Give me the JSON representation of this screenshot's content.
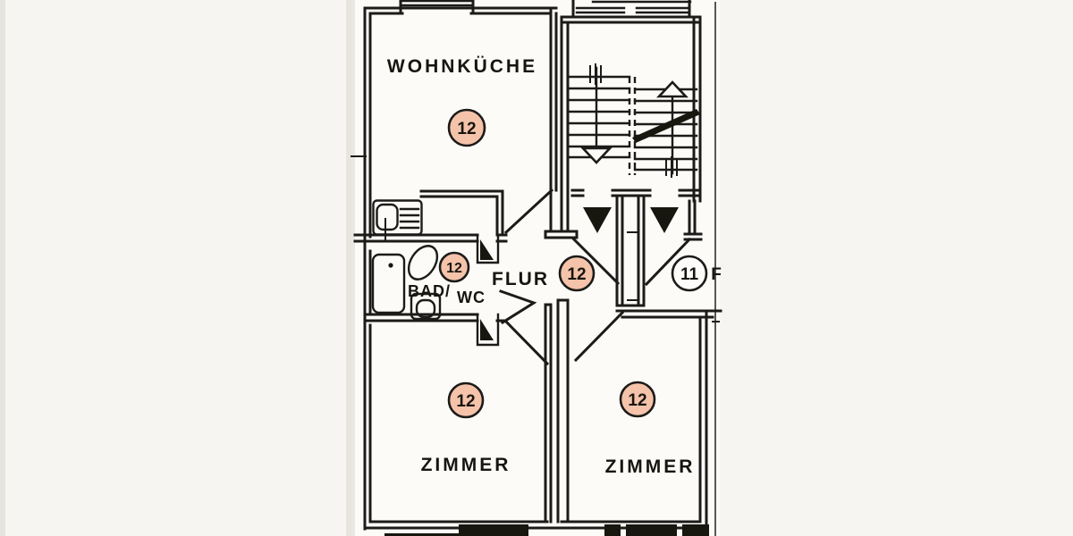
{
  "plan_title": "apartment floor plan",
  "rooms": {
    "wohnkueche": {
      "label": "WOHNKÜCHE",
      "number": "12"
    },
    "bad_wc": {
      "label_top": "BAD/",
      "label_bottom": "WC",
      "number": "12"
    },
    "flur": {
      "label": "FLUR",
      "number": "12"
    },
    "zimmer_left": {
      "label": "ZIMMER",
      "number": "12"
    },
    "zimmer_right": {
      "label": "ZIMMER",
      "number": "12"
    },
    "neighbor_flur": {
      "label_partial": "F",
      "number": "11"
    }
  },
  "colors": {
    "unit12_circle_fill": "#f5c3aa",
    "unit11_circle_fill": "#fdfcfa",
    "line": "#1c1b19",
    "paper": "#f6f5f1"
  }
}
